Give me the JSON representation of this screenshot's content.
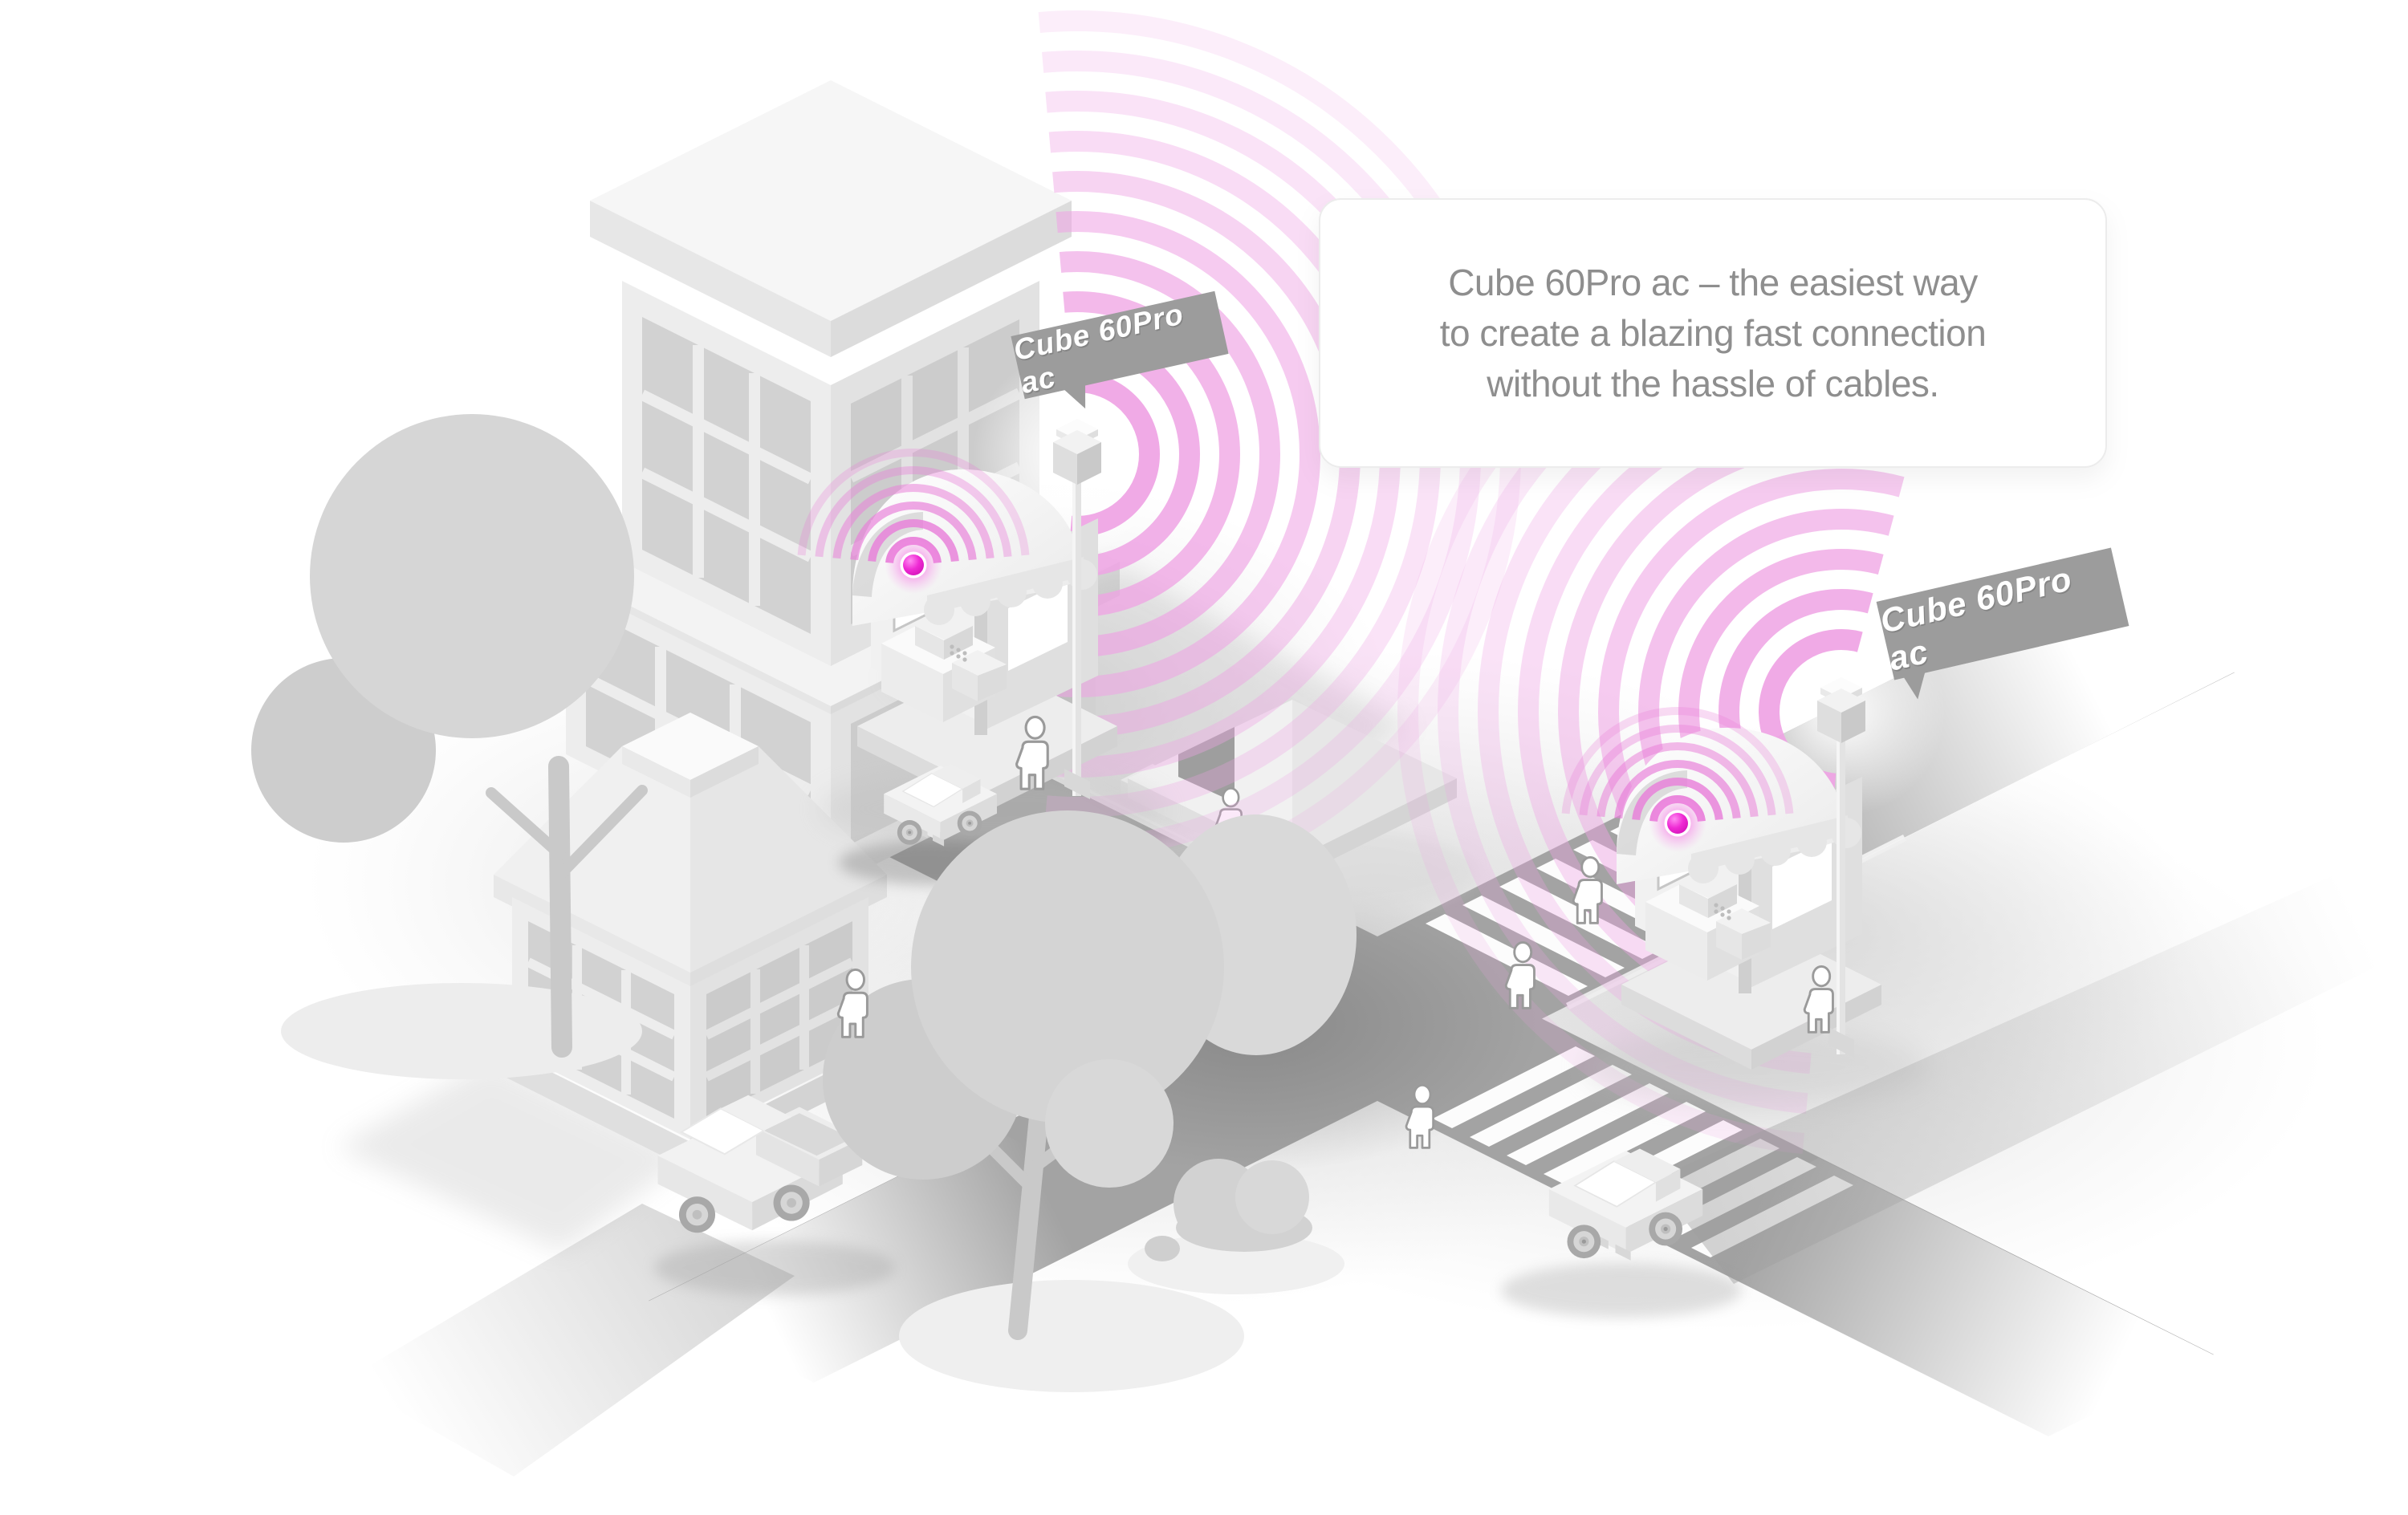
{
  "illustration": {
    "info_card": {
      "line1": "Cube 60Pro ac – the easiest way",
      "line2": "to create a blazing fast connection",
      "line3": "without the hassle of cables."
    },
    "device_labels": {
      "left": "Cube 60Pro ac",
      "right": "Cube 60Pro ac"
    },
    "colors": {
      "background": "#ffffff",
      "signal_pink": "#efa3e4",
      "device_magenta": "#ef2bd4",
      "label_gray": "#9c9c9c",
      "tagline_text_gray": "#8e8e8e",
      "road_gray": "#a3a3a3",
      "building_light_gray": "#ededed",
      "window_gray": "#d2d2d2",
      "crosswalk_white": "#ffffff"
    }
  }
}
